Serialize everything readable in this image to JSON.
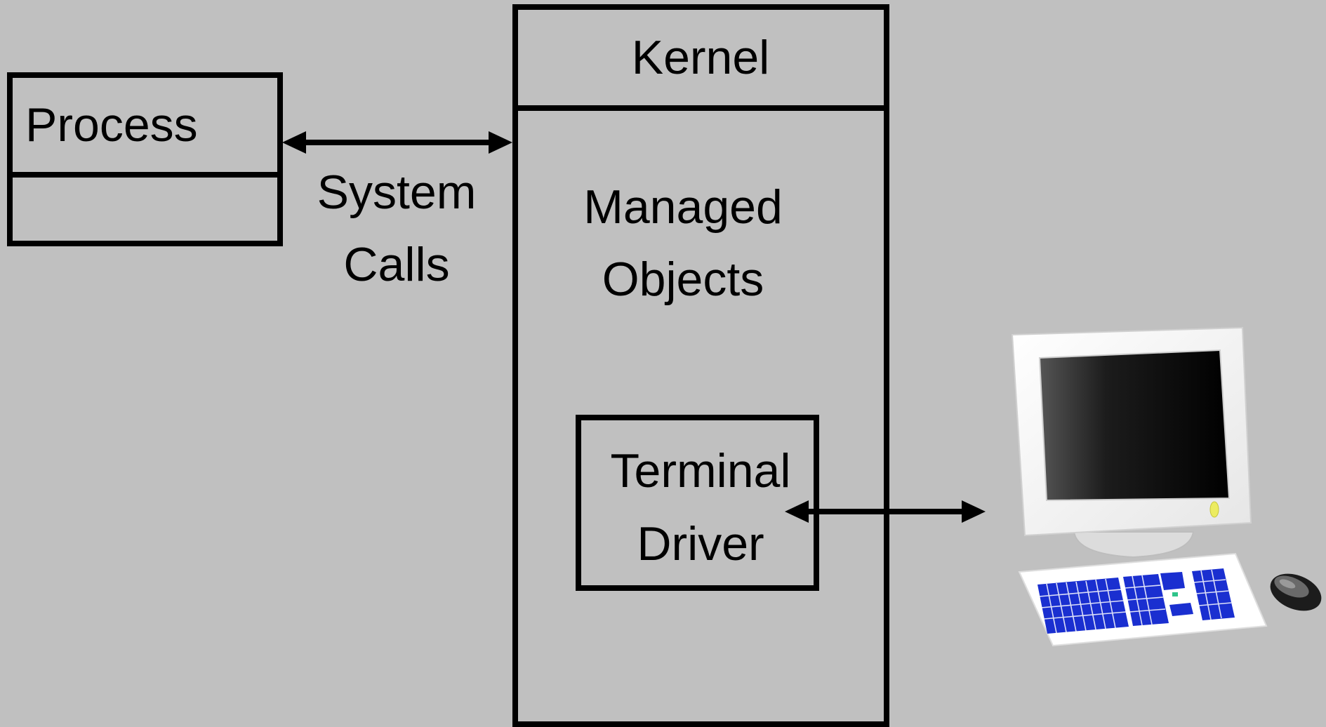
{
  "process": {
    "label": "Process"
  },
  "system_calls": {
    "line1": "System",
    "line2": "Calls"
  },
  "kernel": {
    "title": "Kernel",
    "managed_line1": "Managed",
    "managed_line2": "Objects",
    "terminal_line1": "Terminal",
    "terminal_line2": "Driver"
  },
  "colors": {
    "background": "#c0c0c0",
    "stroke": "#000000",
    "monitor_body": "#f2f2f2",
    "keyboard_keys": "#1a2fd0"
  },
  "icons": {
    "computer": "computer-terminal-icon"
  }
}
